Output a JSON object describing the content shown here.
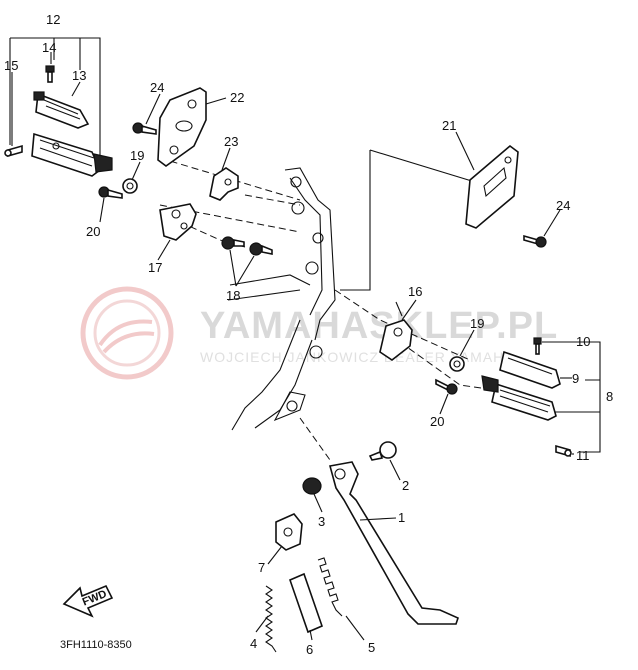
{
  "diagram": {
    "code": "3FH1110-8350",
    "fwd_label": "FWD",
    "callouts": {
      "c1": "1",
      "c2": "2",
      "c3": "3",
      "c4": "4",
      "c5": "5",
      "c6": "6",
      "c7": "7",
      "c8": "8",
      "c9": "9",
      "c10": "10",
      "c11": "11",
      "c12": "12",
      "c13": "13",
      "c14": "14",
      "c15": "15",
      "c16": "16",
      "c17": "17",
      "c18": "18",
      "c19a": "19",
      "c19b": "19",
      "c20a": "20",
      "c20b": "20",
      "c21": "21",
      "c22": "22",
      "c23": "23",
      "c24a": "24",
      "c24b": "24"
    }
  },
  "watermark": {
    "main": "YAMAHASKLEP.PL",
    "sub": "WOJCIECH JANKOWICZ DEALER YAMAHA",
    "color": "#e8b0b0"
  }
}
